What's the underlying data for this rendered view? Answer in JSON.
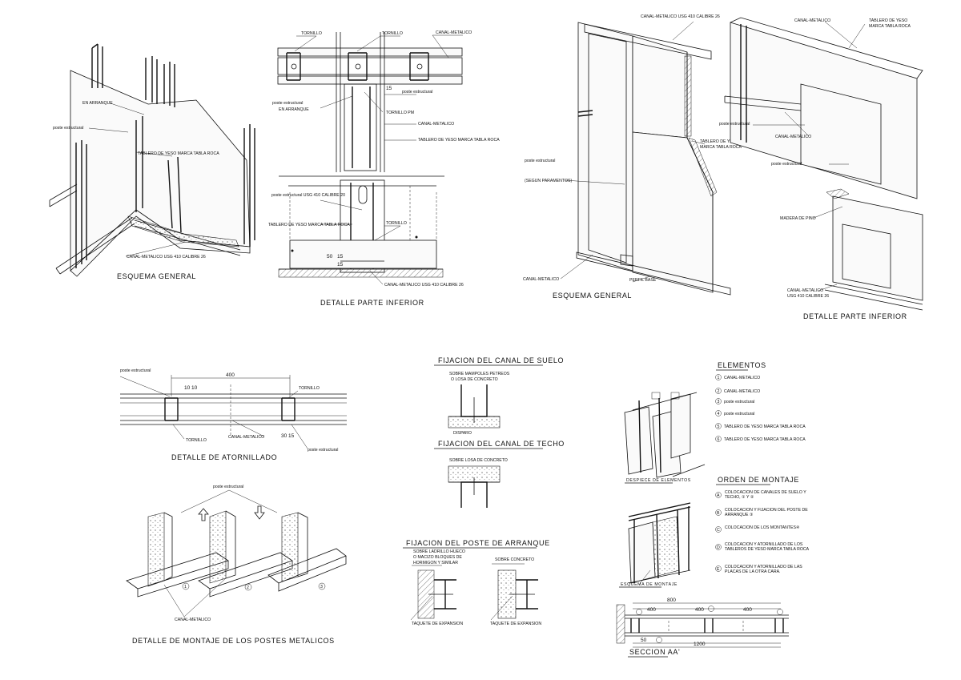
{
  "titles": {
    "esquema_general_1": "ESQUEMA GENERAL",
    "detalle_inferior_1": "DETALLE PARTE INFERIOR",
    "esquema_general_2": "ESQUEMA GENERAL",
    "detalle_inferior_2": "DETALLE PARTE INFERIOR",
    "atornillado": "DETALLE DE ATORNILLADO",
    "montaje_postes": "DETALLE DE MONTAJE DE LOS POSTES METALICOS",
    "canal_suelo": "FIJACION DEL CANAL DE SUELO",
    "canal_techo": "FIJACION DEL CANAL DE TECHO",
    "poste_arranque": "FIJACION DEL POSTE  DE ARRANQUE",
    "elementos": "ELEMENTOS",
    "orden_montaje": "ORDEN DE MONTAJE",
    "despiece": "DESPIECE DE ELEMENTOS",
    "esquema_montaje": "ESQUEMA DE MONTAJE",
    "seccion": "SECCION AA'"
  },
  "labels": {
    "en_arranque": "EN ARRANQUE",
    "poste_estructural": "poste estructural",
    "tablero_yeso_roca": "TABLERO DE YESO MARCA TABLA ROCA",
    "canal_usg_26": "CANAL-METALICO USG 410 CALIBRE 26",
    "tornillo": "TORNILLO",
    "canal_metalico": "CANAL-METALICO",
    "poste_en_arranque": "poste estructural\nEN ARRANQUE",
    "tornillo_pm": "TORNILLO PM",
    "poste_usg_20": "poste estructural USG 410 CALIBRE 20",
    "segun_paramentos": "(SEGUN PARAMENTOS)",
    "perfil_base": "PERFIL BASE",
    "tablero_yeso_2l_a": "TABLERO DE YESO",
    "tablero_yeso_2l_b": "MARCA TABLA ROCA",
    "madera_pino": "MADERA DE PINO",
    "canal_usg_2l_a": "CANAL-METALICO",
    "canal_usg_2l_b": "USG 410 CALIBRE 26",
    "tablero_yeso_roca_c": "TABLERO DE YESO\nMARCA TABLA ROCA",
    "sobre_mamposteria_a": "SOBRE MAMPOLES PETREOS",
    "sobre_mamposteria_b": "O LOSA DE CONCRETO",
    "disparo": "DISPARO",
    "sobre_losa": "SOBRE LOSA DE CONCRETO",
    "sobre_ladrillo_a": "SOBRE LADRILLO HUECO",
    "sobre_ladrillo_b": "O MACIZO BLOQUES DE",
    "sobre_ladrillo_c": "HORMIGON Y SIMILAR",
    "sobre_concreto": "SOBRE CONCRETO",
    "taquete": "TAQUETE DE EXPANSION"
  },
  "dims": {
    "d400": "400",
    "d1010": "10 10",
    "d3015": "30 15",
    "d15": "15",
    "d50": "50",
    "d800": "800",
    "d1200": "1200"
  },
  "elementos": [
    {
      "n": "1",
      "text": "CANAL-METALICO"
    },
    {
      "n": "2",
      "text": "CANAL-METALICO"
    },
    {
      "n": "3",
      "text": "poste estructural"
    },
    {
      "n": "4",
      "text": "poste estructural"
    },
    {
      "n": "5",
      "text": "TABLERO DE YESO MARCA TABLA ROCA"
    },
    {
      "n": "6",
      "text": "TABLERO DE YESO MARCA TABLA ROCA"
    }
  ],
  "orden": [
    {
      "n": "A",
      "text": "COLOCACION DE CANALES DE SUELO Y TECHO, ① Y ②"
    },
    {
      "n": "B",
      "text": "COLOCACION Y FIJACION DEL POSTE DE ARRANQUE ③"
    },
    {
      "n": "C",
      "text": "COLOCACION DE LOS MONTANTES④"
    },
    {
      "n": "D",
      "text": "COLOCACION Y ATORNILLADO DE LOS TABLEROS DE YESO MARCA TABLA ROCA"
    },
    {
      "n": "E",
      "text": "COLOCACION Y ATORNILLADO DE LAS PLACAS DE LA OTRA CARA."
    }
  ],
  "montaje_steps": [
    "1",
    "2",
    "3"
  ]
}
